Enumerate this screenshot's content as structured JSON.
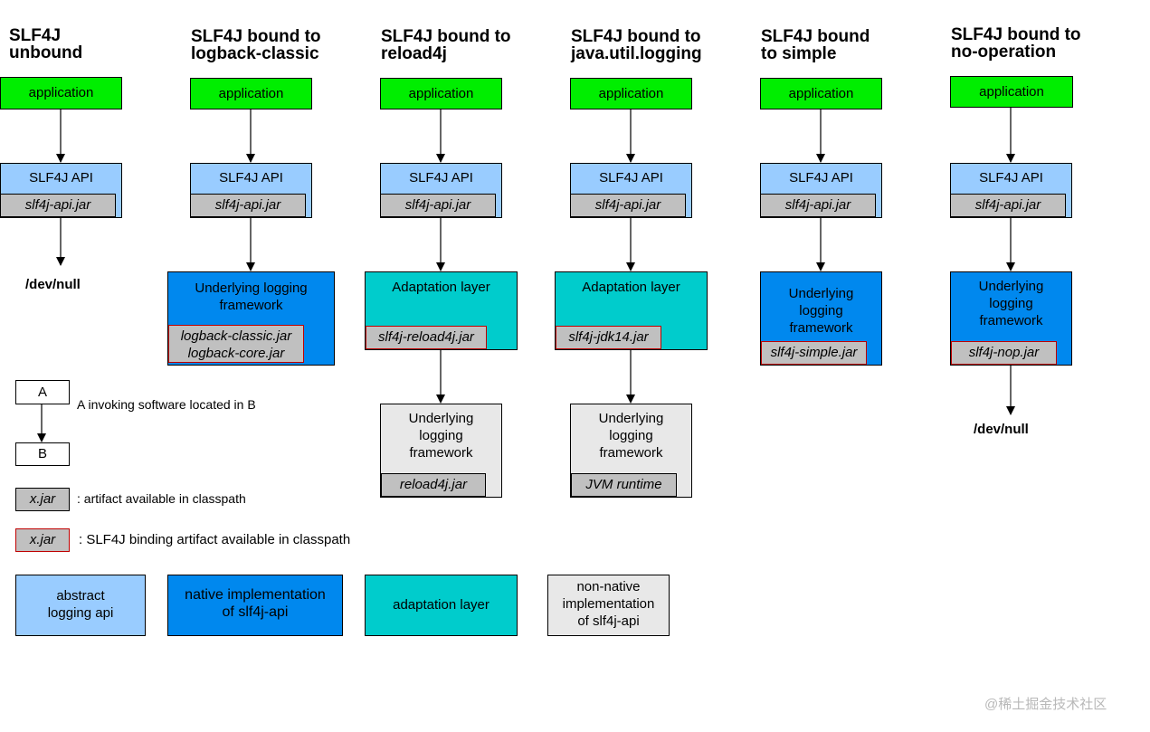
{
  "columns": [
    {
      "title": "SLF4J\nunbound",
      "application": "application",
      "api": "SLF4J API",
      "api_jar": "slf4j-api.jar",
      "terminal": "/dev/null"
    },
    {
      "title": "SLF4J bound to\nlogback-classic",
      "application": "application",
      "api": "SLF4J API",
      "api_jar": "slf4j-api.jar",
      "framework": "Underlying logging\nframework",
      "framework_jar": "logback-classic.jar\nlogback-core.jar"
    },
    {
      "title": "SLF4J bound to\nreload4j",
      "application": "application",
      "api": "SLF4J API",
      "api_jar": "slf4j-api.jar",
      "adaptation": "Adaptation layer",
      "adaptation_jar": "slf4j-reload4j.jar",
      "framework": "Underlying\nlogging\nframework",
      "framework_jar": "reload4j.jar"
    },
    {
      "title": "SLF4J bound to\njava.util.logging",
      "application": "application",
      "api": "SLF4J API",
      "api_jar": "slf4j-api.jar",
      "adaptation": "Adaptation layer",
      "adaptation_jar": "slf4j-jdk14.jar",
      "framework": "Underlying\nlogging\nframework",
      "framework_jar": "JVM runtime"
    },
    {
      "title": "SLF4J bound\nto simple",
      "application": "application",
      "api": "SLF4J API",
      "api_jar": "slf4j-api.jar",
      "framework": "Underlying\nlogging\nframework",
      "framework_jar": "slf4j-simple.jar"
    },
    {
      "title": "SLF4J bound to\nno-operation",
      "application": "application",
      "api": "SLF4J API",
      "api_jar": "slf4j-api.jar",
      "framework": "Underlying\nlogging\nframework",
      "framework_jar": "slf4j-nop.jar",
      "terminal": "/dev/null"
    }
  ],
  "legend": {
    "box_a": "A",
    "box_b": "B",
    "invoking_text": "A invoking\nsoftware located\nin B",
    "jar_sample": "x.jar",
    "artifact_text": ": artifact available in classpath",
    "binding_text": ": SLF4J binding artifact available in classpath",
    "abstract": "abstract\nlogging api",
    "native": "native implementation\nof slf4j-api",
    "adaptation": "adaptation layer",
    "non_native": "non-native\nimplementation\nof slf4j-api"
  },
  "watermark": "@稀土掘金技术社区",
  "colors": {
    "application": "#00ee00",
    "abstract_api": "#99ccff",
    "native": "#0088ee",
    "adaptation": "#00cccc",
    "non_native": "#e8e8e8",
    "jar": "#c0c0c0",
    "binding_border": "#c00000"
  }
}
